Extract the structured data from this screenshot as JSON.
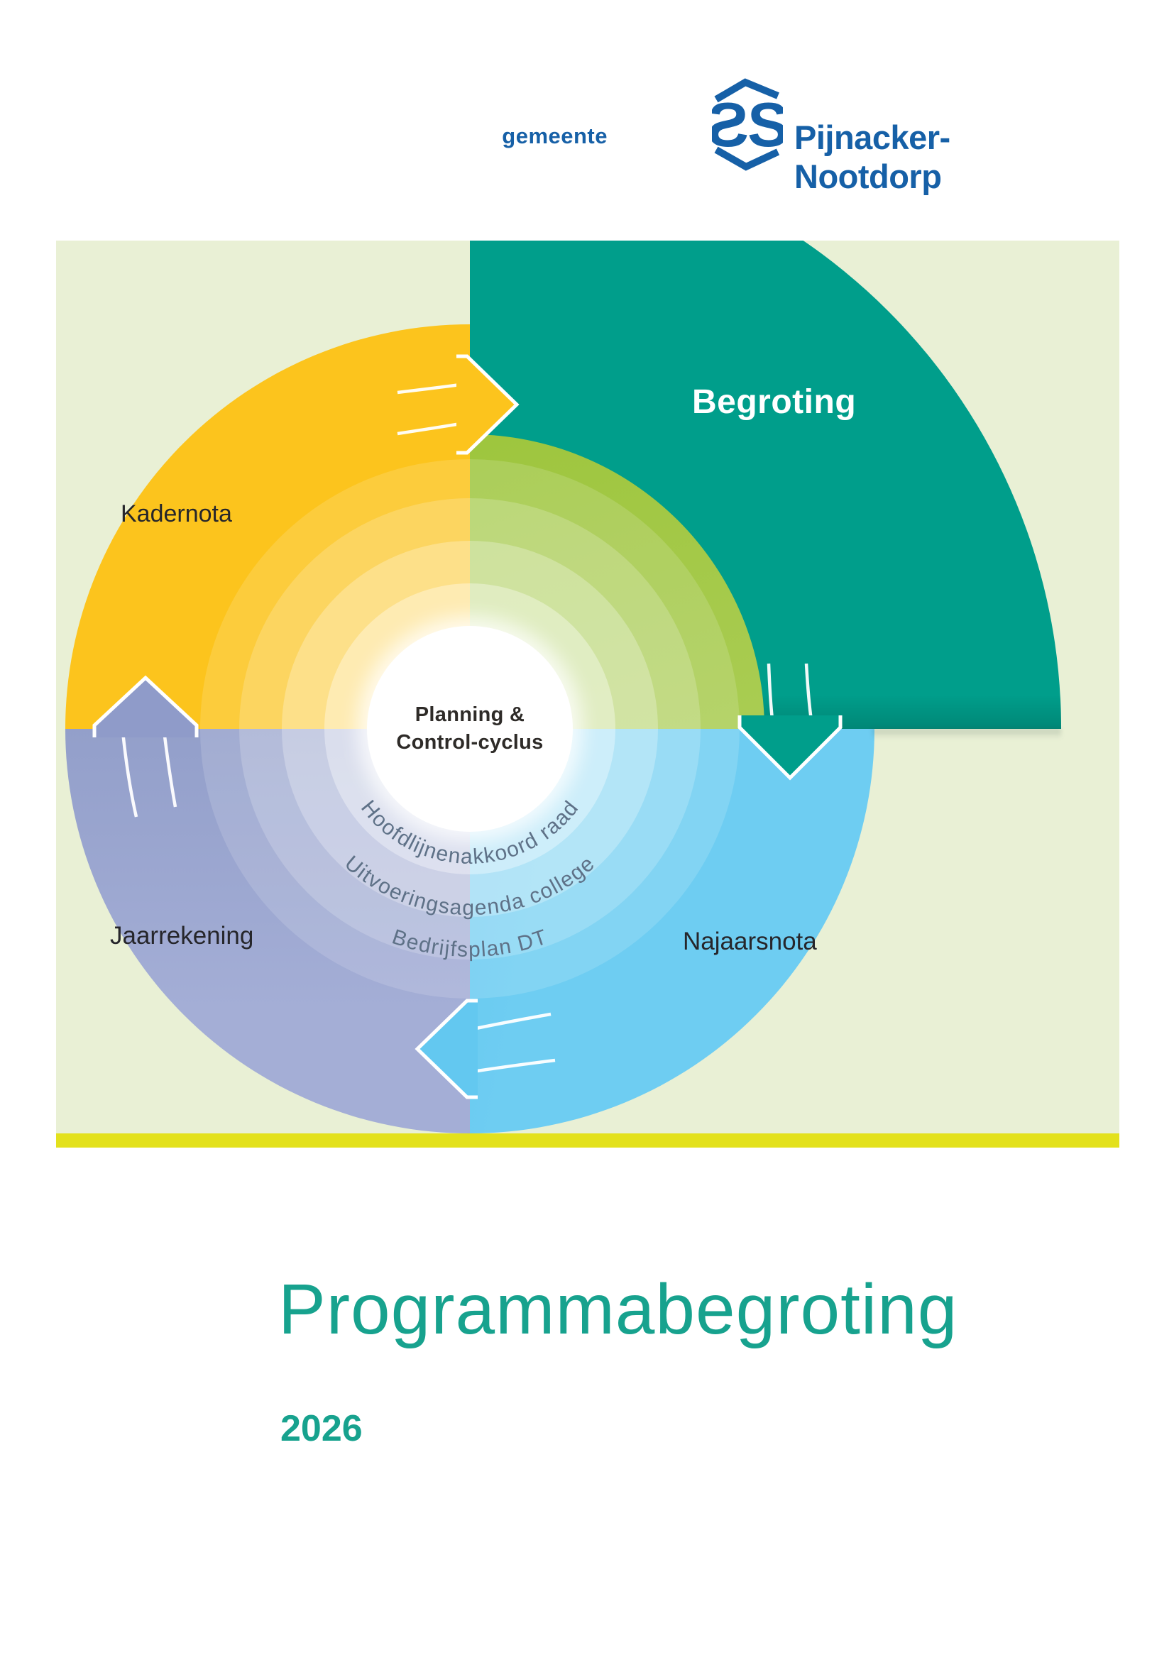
{
  "logo": {
    "prefix": "gemeente",
    "name": "Pijnacker-Nootdorp",
    "blue": "#1660a7"
  },
  "diagram": {
    "center_line1": "Planning &",
    "center_line2": "Control-cyclus",
    "labels": {
      "top_left": "Kadernota",
      "top_right": "Begroting",
      "bottom_right": "Najaarsnota",
      "bottom_left": "Jaarrekening"
    },
    "arc_texts": {
      "inner": "Hoofdlijnenakkoord raad",
      "middle": "Uitvoeringsagenda college",
      "outer": "Bedrijfsplan DT"
    },
    "colors": {
      "background": "#e9f0d5",
      "kadernota_yellow": "#fcc41d",
      "begroting_teal": "#009e8b",
      "najaarsnota_blue": "#63c8f0",
      "jaarrekening_purple": "#96a1cc",
      "inner_quarter_lime": "#a7cb4b",
      "bottom_bar": "#e3e11c"
    }
  },
  "title": {
    "main": "Programmabegroting",
    "year": "2026",
    "color": "#17a28e"
  }
}
